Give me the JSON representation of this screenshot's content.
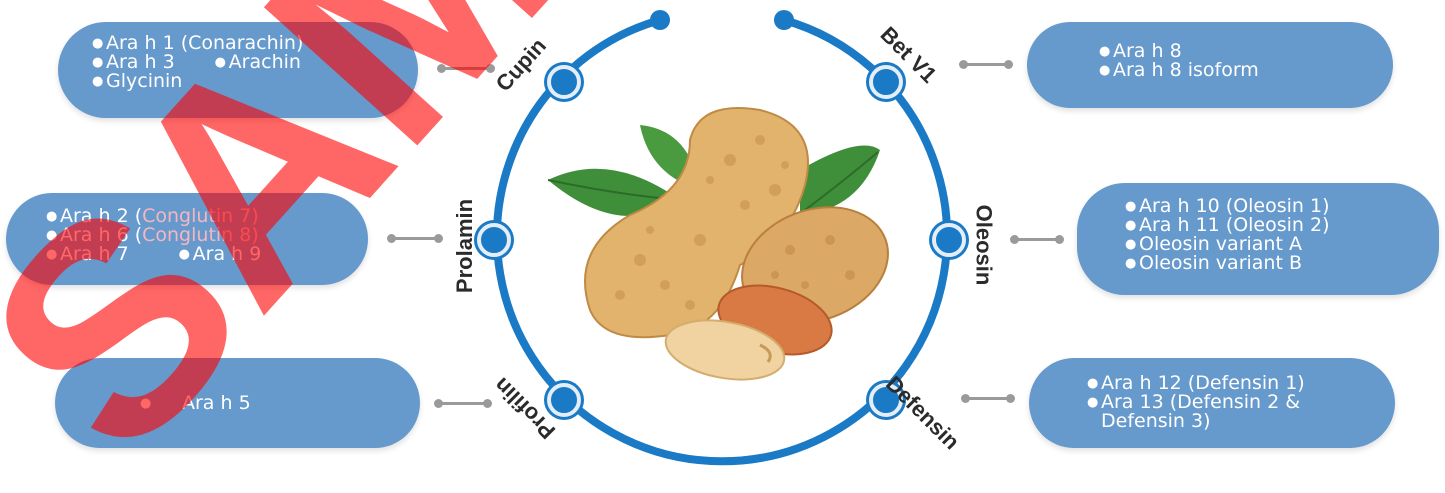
{
  "families": {
    "cupin": "Cupin",
    "bet_v1": "Bet V1",
    "prolamin": "Prolamin",
    "oleosin": "Oleosin",
    "profilin": "Profilin",
    "defensin": "Defensin"
  },
  "cupin_box": {
    "item1": "Ara h 1 (Conarachin)",
    "item2": "Ara h 3",
    "item2b": "Arachin",
    "item3": "Glycinin"
  },
  "prolamin_box": {
    "item1a": "Ara h 2 (",
    "item1b": "Conglutin 7)",
    "item2a": "Ara h 6 (",
    "item2b": "Conglutin 8)",
    "item3a": "Ara h 7",
    "item3b": "Ara h 9"
  },
  "profilin_box": {
    "item1": "Ara h 5"
  },
  "betv1_box": {
    "item1": "Ara h 8",
    "item2": "Ara h 8 isoform"
  },
  "oleosin_box": {
    "item1": "Ara h 10 (Oleosin 1)",
    "item2": "Ara h 11 (Oleosin 2)",
    "item3": "Oleosin variant A",
    "item4": "Oleosin variant B"
  },
  "defensin_box": {
    "item1": "Ara h 12 (Defensin 1)",
    "item2": "Ara 13 (Defensin 2 &",
    "item3": "Defensin 3)"
  },
  "watermark": "SAMPLE",
  "colors": {
    "pill": "#6699cc",
    "ring": "#1a7ac6",
    "connector": "#9a9a9a",
    "watermark": "#ff0000"
  }
}
